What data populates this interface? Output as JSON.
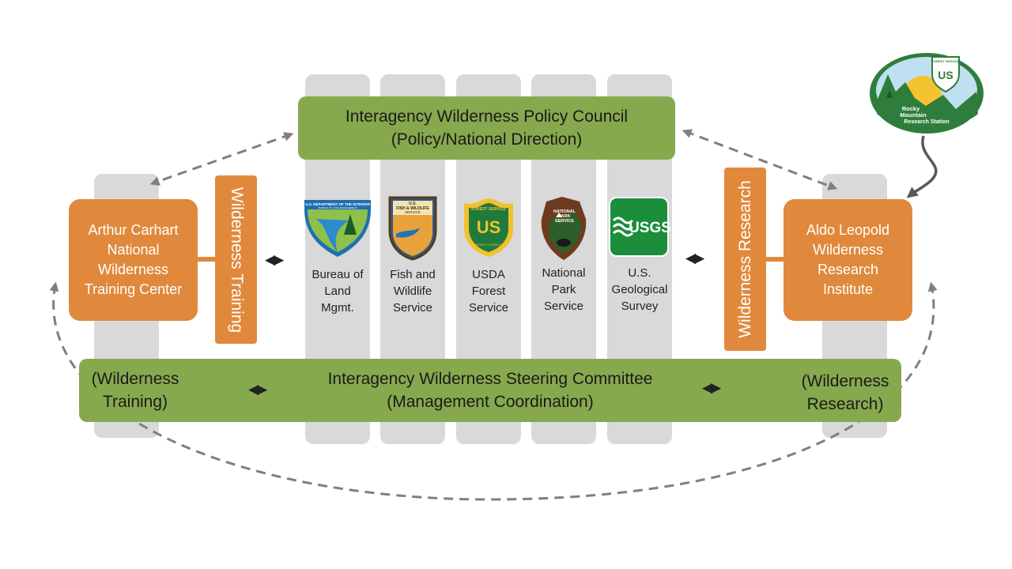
{
  "policy_council": {
    "line1": "Interagency Wilderness Policy Council",
    "line2": "(Policy/National Direction)"
  },
  "steering_committee": {
    "line1": "Interagency Wilderness Steering Committee",
    "line2": "(Management Coordination)",
    "left": "(Wilderness\nTraining)",
    "right": "(Wilderness\nResearch)"
  },
  "carhart": {
    "lines": [
      "Arthur Carhart",
      "National",
      "Wilderness",
      "Training Center"
    ]
  },
  "leopold": {
    "lines": [
      "Aldo Leopold",
      "Wilderness",
      "Research",
      "Institute"
    ]
  },
  "vertical_labels": {
    "training": "Wilderness Training",
    "research": "Wilderness Research"
  },
  "agencies": [
    {
      "name": "Bureau of\nLand\nMgmt.",
      "icon": "blm-shield-icon"
    },
    {
      "name": "Fish and\nWildlife\nService",
      "icon": "fws-shield-icon"
    },
    {
      "name": "USDA\nForest\nService",
      "icon": "forest-service-shield-icon"
    },
    {
      "name": "National\nPark\nService",
      "icon": "nps-arrowhead-icon"
    },
    {
      "name": "U.S.\nGeological\nSurvey",
      "icon": "usgs-logo-icon"
    }
  ],
  "logo_text": {
    "blm_top": "U.S. DEPARTMENT OF THE INTERIOR",
    "blm_sub": "BUREAU OF LAND MANAGEMENT",
    "fws_top": "U.S.",
    "fws_mid": "FISH & WILDLIFE",
    "fws_bottom": "SERVICE",
    "fs_top": "FOREST SERVICE",
    "fs_mono": "US",
    "fs_bottom": "DEPARTMENT OF AGRICULTURE",
    "nps_top": "NATIONAL",
    "nps_mid": "PARK",
    "nps_bottom": "SERVICE",
    "usgs": "USGS",
    "rmrs_line1": "Rocky",
    "rmrs_line2": "Mountain",
    "rmrs_line3": "Research Station",
    "rmrs_shield_top": "FOREST SERVICE",
    "rmrs_shield_mono": "US"
  },
  "arrow_glyph": "◀▶",
  "colors": {
    "green": "#86a94e",
    "orange": "#e0893c",
    "column_gray": "#d9d9d9",
    "dash_gray": "#7f7f7f"
  }
}
